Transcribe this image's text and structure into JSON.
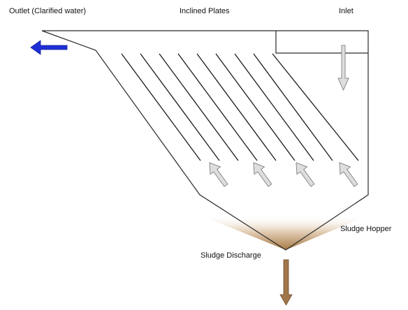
{
  "labels": {
    "outlet": "Outlet (Clarified water)",
    "inclined_plates": "Inclined Plates",
    "inlet": "Inlet",
    "sludge_hopper": "Sludge Hopper",
    "sludge_discharge": "Sludge Discharge"
  },
  "colors": {
    "outline": "#2a2a2a",
    "outlet_arrow": "#1f2fd6",
    "flow_arrow_fill": "#dedede",
    "flow_arrow_stroke": "#8a8a8a",
    "sludge": "#a87945",
    "discharge_arrow": "#a0764a"
  },
  "diagram": {
    "inclined_plate_count": 9,
    "upflow_arrow_count": 4
  }
}
